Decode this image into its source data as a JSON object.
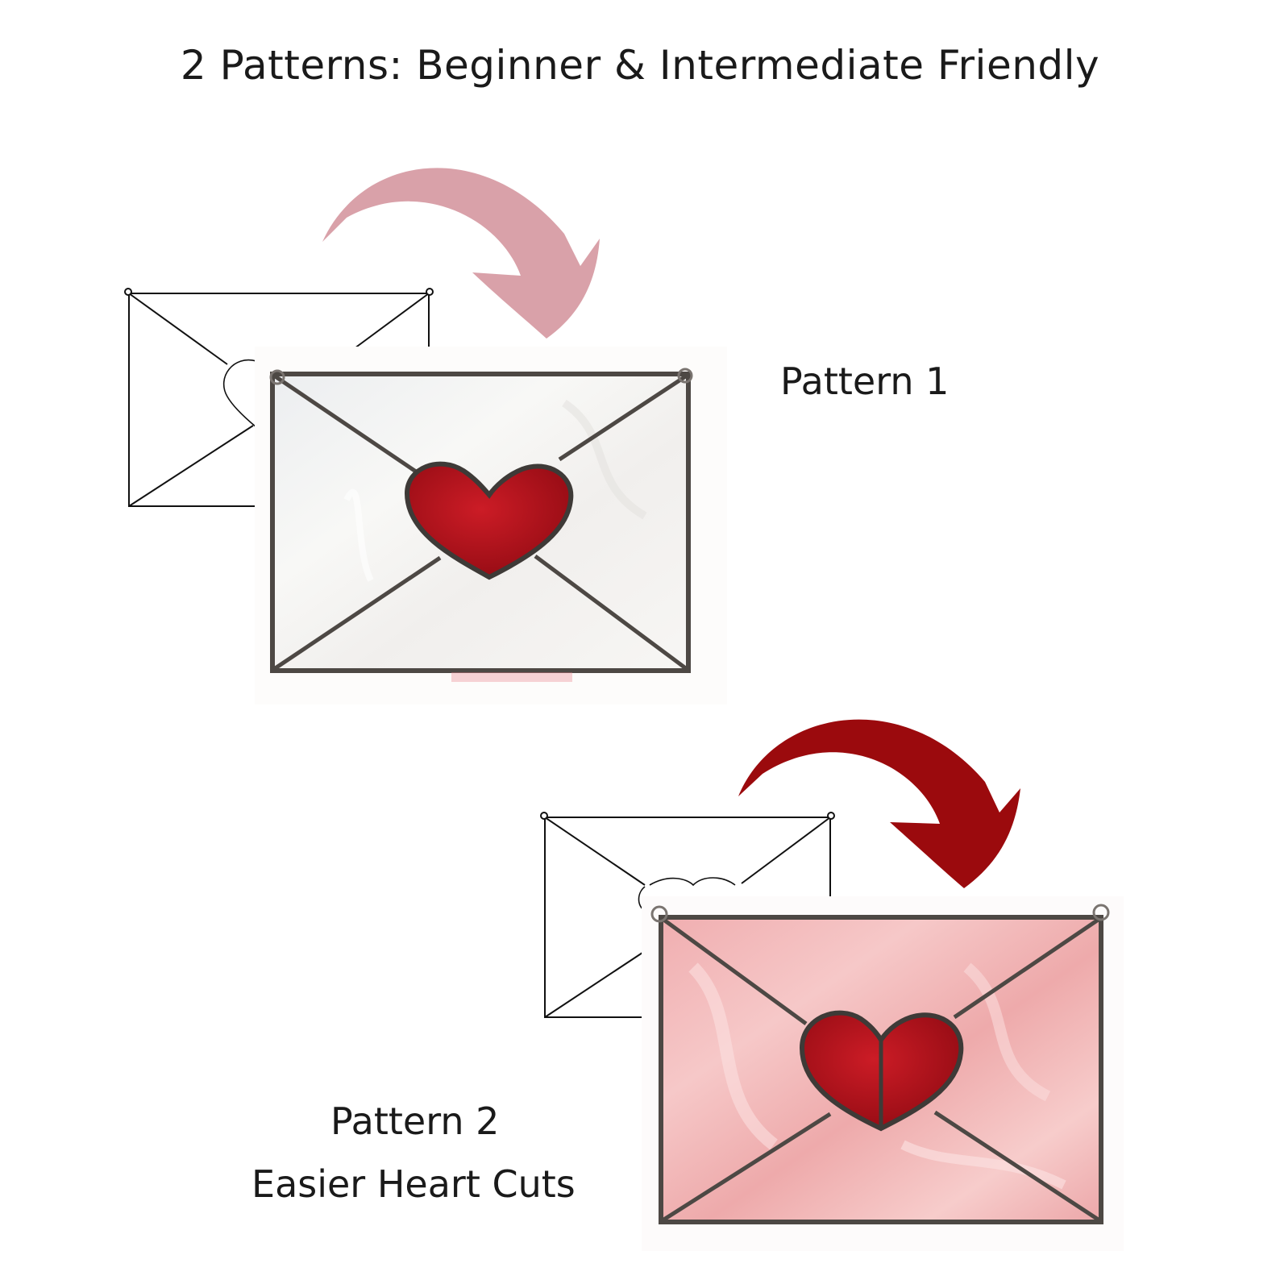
{
  "headline": "2 Patterns: Beginner & Intermediate Friendly",
  "patterns": [
    {
      "label": "Pattern 1",
      "subtitle": "",
      "glass_color": "#f3f2f0",
      "arrow_color": "#d9a1a9",
      "heart_color": "#b3101d"
    },
    {
      "label": "Pattern 2",
      "subtitle": "Easier Heart Cuts",
      "glass_color": "#f2b9ba",
      "arrow_color": "#9b0a0d",
      "heart_color": "#b3101d"
    }
  ],
  "colors": {
    "lead": "#55504b",
    "line_art": "#111111",
    "background": "#ffffff"
  }
}
